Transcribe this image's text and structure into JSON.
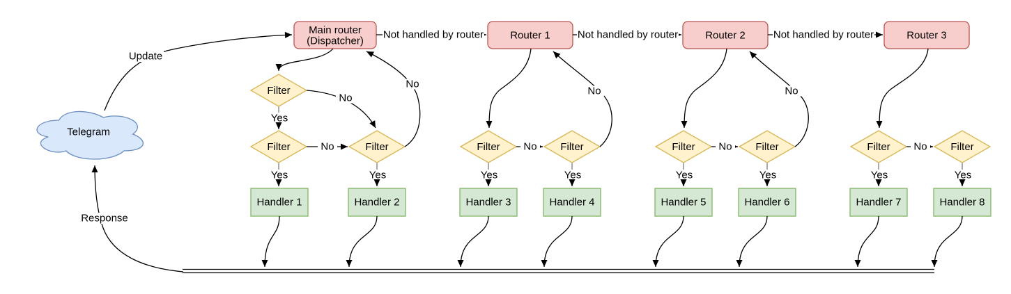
{
  "cloud": {
    "label": "Telegram"
  },
  "dispatcher": {
    "line1": "Main router",
    "line2": "(Dispatcher)"
  },
  "routers": [
    {
      "label": "Router 1"
    },
    {
      "label": "Router 2"
    },
    {
      "label": "Router 3"
    }
  ],
  "handlers": [
    {
      "label": "Handler 1"
    },
    {
      "label": "Handler 2"
    },
    {
      "label": "Handler 3"
    },
    {
      "label": "Handler 4"
    },
    {
      "label": "Handler 5"
    },
    {
      "label": "Handler 6"
    },
    {
      "label": "Handler 7"
    },
    {
      "label": "Handler 8"
    }
  ],
  "labels": {
    "update": "Update",
    "response": "Response",
    "not_handled": "Not handled by router",
    "yes": "Yes",
    "no": "No",
    "filter": "Filter"
  },
  "colors": {
    "router_fill": "#f8cecc",
    "router_stroke": "#b85450",
    "filter_fill": "#fff2cc",
    "filter_stroke": "#d6b656",
    "handler_fill": "#d5e8d4",
    "handler_stroke": "#82b366",
    "cloud_fill": "#dae8fc",
    "cloud_stroke": "#6c8ebf",
    "edge": "#000000",
    "edge_muted": "#808080",
    "background": "#ffffff"
  }
}
